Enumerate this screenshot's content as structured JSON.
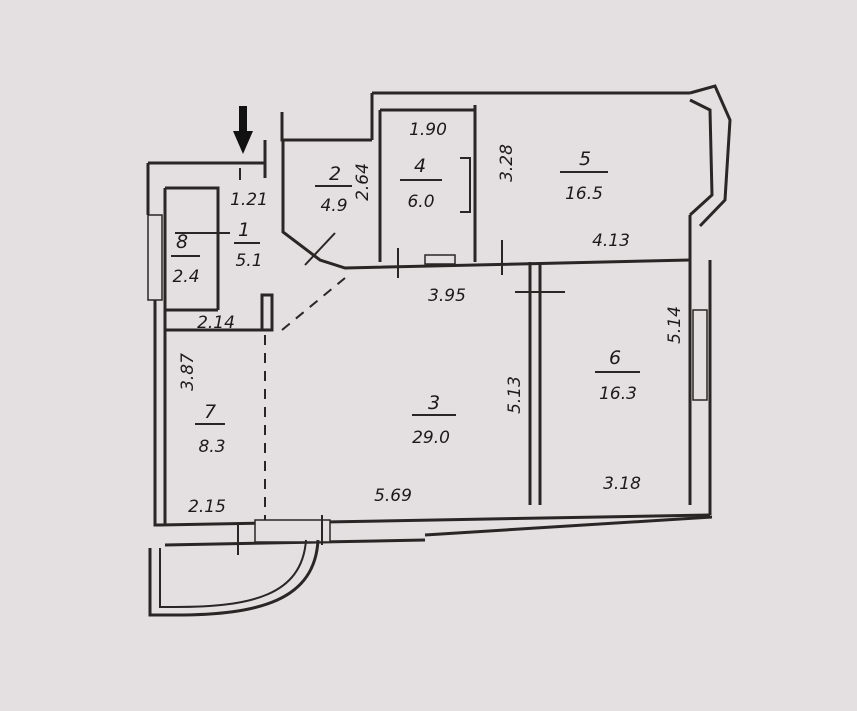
{
  "rooms": [
    {
      "id": "1",
      "number": "1",
      "area": "5.1"
    },
    {
      "id": "2",
      "number": "2",
      "area": "4.9"
    },
    {
      "id": "3",
      "number": "3",
      "area": "29.0"
    },
    {
      "id": "4",
      "number": "4",
      "area": "6.0"
    },
    {
      "id": "5",
      "number": "5",
      "area": "16.5"
    },
    {
      "id": "6",
      "number": "6",
      "area": "16.3"
    },
    {
      "id": "7",
      "number": "7",
      "area": "8.3"
    },
    {
      "id": "8",
      "number": "8",
      "area": "2.4"
    }
  ],
  "dimensions": {
    "d_1_21": "1.21",
    "d_1_90": "1.90",
    "d_2_64": "2.64",
    "d_3_28": "3.28",
    "d_4_13": "4.13",
    "d_3_95": "3.95",
    "d_5_14": "5.14",
    "d_2_14": "2.14",
    "d_3_87": "3.87",
    "d_5_13": "5.13",
    "d_2_15": "2.15",
    "d_5_69": "5.69",
    "d_3_18": "3.18"
  },
  "marker": {
    "icon": "down-arrow-icon",
    "color": "#111111"
  }
}
